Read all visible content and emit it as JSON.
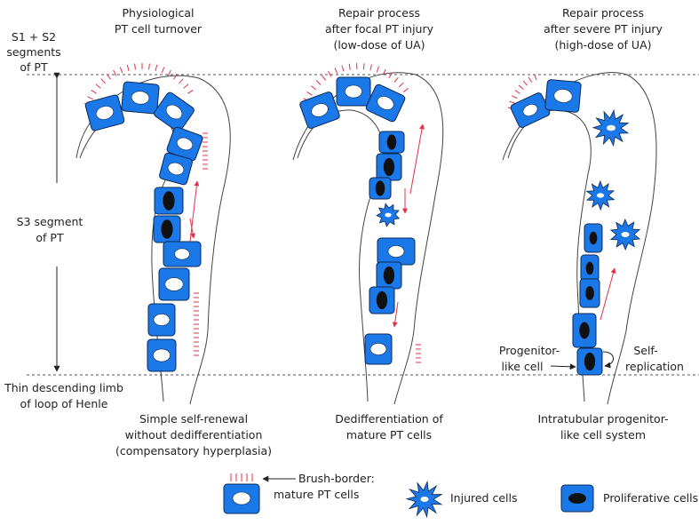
{
  "colors": {
    "cell_fill": "#1a78e8",
    "cell_stroke": "#0b2a55",
    "brush_border": "#e0304a",
    "arrow": "#e0304a",
    "guide": "#333333"
  },
  "left_labels": {
    "s1s2": [
      "S1 + S2",
      "segments",
      "of PT"
    ],
    "s3": [
      "S3 segment",
      "of PT"
    ],
    "thin": [
      "Thin descending limb",
      "of loop of Henle"
    ]
  },
  "panels": [
    {
      "title": [
        "Physiological",
        "PT cell turnover"
      ],
      "caption": [
        "Simple self-renewal",
        "without dedifferentiation",
        "(compensatory hyperplasia)"
      ]
    },
    {
      "title": [
        "Repair process",
        "after focal PT injury",
        "(low-dose of UA)"
      ],
      "caption": [
        "Dedifferentiation of",
        "mature PT cells"
      ]
    },
    {
      "title": [
        "Repair process",
        "after severe PT injury",
        "(high-dose of UA)"
      ],
      "caption": [
        "Intratubular progenitor-",
        "like cell system"
      ]
    }
  ],
  "annotations": {
    "progenitor": [
      "Progenitor-",
      "like cell"
    ],
    "self_replication": [
      "Self-",
      "replication"
    ]
  },
  "legend": {
    "mature": [
      "Brush-border:",
      "mature PT cells"
    ],
    "injured": "Injured cells",
    "proliferative": "Proliferative cells"
  },
  "icons": [
    "mature-cell-icon",
    "injured-cell-icon",
    "proliferative-cell-icon"
  ]
}
